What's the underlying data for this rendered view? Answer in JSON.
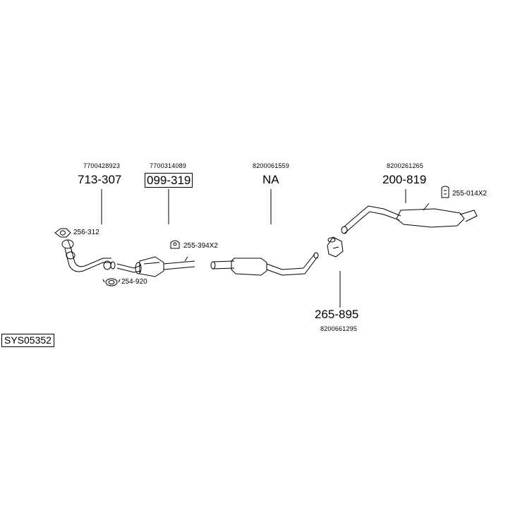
{
  "system_code": "SYS05352",
  "groups": [
    {
      "oem": "7700428923",
      "part": "713-307",
      "boxed": false
    },
    {
      "oem": "7700314089",
      "part": "099-319",
      "boxed": true
    },
    {
      "oem": "8200061559",
      "part": "NA",
      "boxed": false
    },
    {
      "oem": "8200261265",
      "part": "200-819",
      "boxed": false
    },
    {
      "oem": "8200661295",
      "part": "265-895",
      "boxed": false
    }
  ],
  "accessories": [
    {
      "label": "256-312",
      "icon": "gasket-icon"
    },
    {
      "label": "254-920",
      "icon": "clamp-icon"
    },
    {
      "label": "255-394X2",
      "icon": "rubber-mount-icon"
    },
    {
      "label": "255-014X2",
      "icon": "rubber-mount-icon"
    }
  ]
}
